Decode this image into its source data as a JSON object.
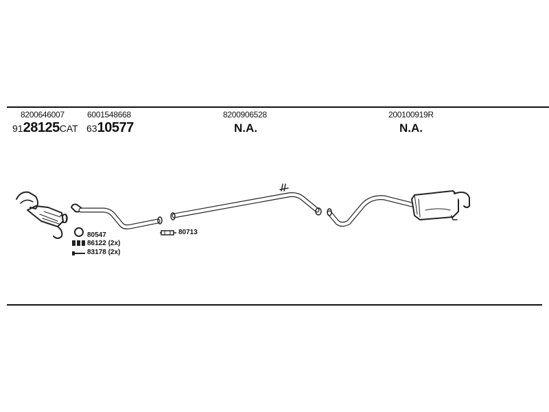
{
  "columns": [
    {
      "ref": "8200646007",
      "code_prefix": "91",
      "code_main": "28125",
      "code_suffix": "CAT"
    },
    {
      "ref": "6001548668",
      "code_prefix": "63",
      "code_main": "10577",
      "code_suffix": ""
    },
    {
      "ref": "8200906528",
      "status": "N.A."
    },
    {
      "ref": "200100919R",
      "status": "N.A."
    }
  ],
  "hardware": [
    {
      "code": "80547",
      "qty": "",
      "icon": "ring-gasket-icon"
    },
    {
      "code": "86122",
      "qty": "(2x)",
      "icon": "clamp-icon"
    },
    {
      "code": "83178",
      "qty": "(2x)",
      "icon": "bolt-icon"
    }
  ],
  "connector": {
    "code": "80713",
    "icon": "pipe-connector-icon"
  }
}
